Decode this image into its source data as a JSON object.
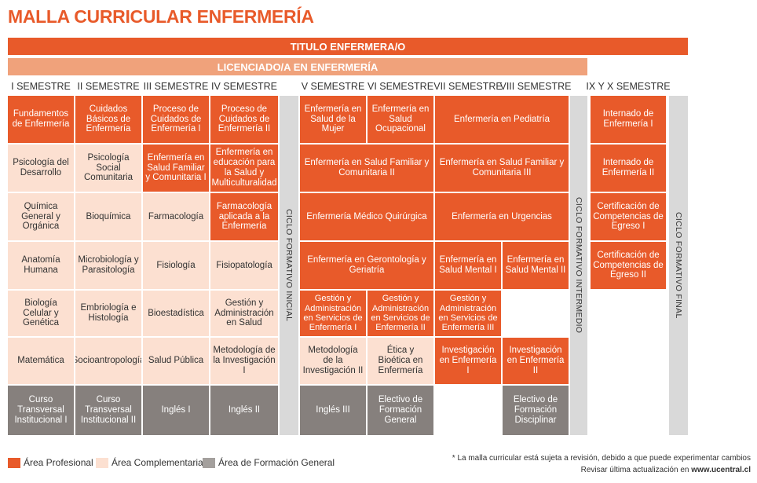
{
  "title": "MALLA CURRICULAR ENFERMERÍA",
  "band_title": "TITULO ENFERMERA/O",
  "band_licenciado": "LICENCIADO/A EN ENFERMERÍA",
  "semesters": [
    "I SEMESTRE",
    "II SEMESTRE",
    "III SEMESTRE",
    "IV SEMESTRE",
    "V SEMESTRE",
    "VI SEMESTRE",
    "VII SEMESTRE",
    "VIII SEMESTRE",
    "IX Y X SEMESTRE"
  ],
  "cycles": {
    "inicial": "CICLO FORMATIVO INICIAL",
    "intermedio": "CICLO FORMATIVO INTERMEDIO",
    "final": "CICLO FORMATIVO FINAL"
  },
  "colors": {
    "profesional": "#e85a2a",
    "complementaria": "#fce0d1",
    "general": "#86807d",
    "ciclo": "#d9d9d9",
    "licenciado": "#f0a27b"
  },
  "courses": {
    "c1": "Fundamentos de Enfermería",
    "c2": "Cuidados Básicos de Enfermería",
    "c3": "Proceso de Cuidados de Enfermería I",
    "c4": "Proceso de Cuidados de Enfermería II",
    "c5": "Enfermería en Salud de la Mujer",
    "c6": "Enfermería en Salud Ocupacional",
    "c7": "Enfermería en Pediatría",
    "c8": "Internado de Enfermería I",
    "c9": "Psicología del Desarrollo",
    "c10": "Psicología Social Comunitaria",
    "c11": "Enfermería en Salud Familiar y Comunitaria I",
    "c12": "Enfermería en educación para la Salud y Multiculturalidad",
    "c13": "Enfermería en Salud Familiar y Comunitaria II",
    "c14": "Enfermería en Salud Familiar y Comunitaria III",
    "c15": "Internado de Enfermería II",
    "c16": "Química General y Orgánica",
    "c17": "Bioquímica",
    "c18": "Farmacología",
    "c19": "Farmacología aplicada a la Enfermería",
    "c20": "Enfermería Médico Quirúrgica",
    "c21": "Enfermería en Urgencias",
    "c22": "Certificación de Competencias de Egreso I",
    "c23": "Anatomía Humana",
    "c24": "Microbiología y Parasitología",
    "c25": "Fisiología",
    "c26": "Fisiopatología",
    "c27": "Enfermería en Gerontología y Geriatría",
    "c28": "Enfermería en Salud Mental I",
    "c29": "Enfermería en Salud Mental II",
    "c30": "Certificación de Competencias de Egreso II",
    "c31": "Biología Celular y Genética",
    "c32": "Embriología e Histología",
    "c33": "Bioestadística",
    "c34": "Gestión y Administración en Salud",
    "c35": "Gestión y Administración en Servicios de Enfermería I",
    "c36": "Gestión y Administración en Servicios de Enfermería II",
    "c37": "Gestión y Administración en Servicios de Enfermería III",
    "c38": "Matemática",
    "c39": "Socioantropología",
    "c40": "Salud Pública",
    "c41": "Metodología de la Investigación I",
    "c42": "Metodología de la Investigación II",
    "c43": "Ética y Bioética en Enfermería",
    "c44": "Investigación en Enfermería I",
    "c45": "Investigación en Enfermería II",
    "c46": "Curso Transversal Institucional I",
    "c47": "Curso Transversal Institucional II",
    "c48": "Inglés I",
    "c49": "Inglés II",
    "c50": "Inglés III",
    "c51": "Electivo de Formación General",
    "c52": "Electivo de Formación Disciplinar"
  },
  "legend": [
    "Área Profesional",
    "Área Complementaria",
    "Área de Formación General"
  ],
  "note": {
    "line1": "* La malla curricular está sujeta a revisión, debido a que puede experimentar cambios",
    "line2_prefix": "Revisar última actualización en ",
    "line2_url": "www.ucentral.cl"
  }
}
